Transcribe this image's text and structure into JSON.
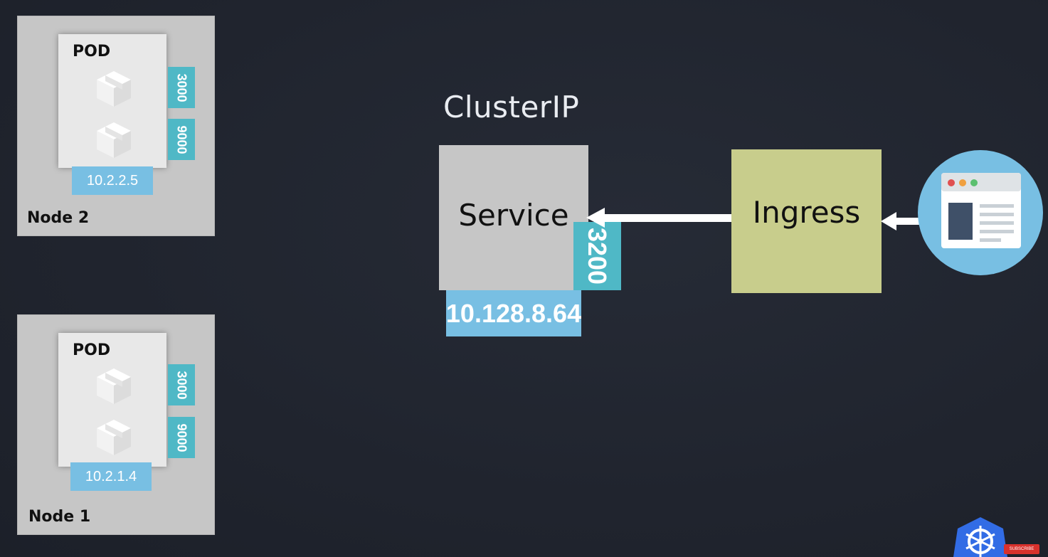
{
  "title": "ClusterIP",
  "nodes": [
    {
      "label": "Node 2",
      "pod": {
        "label": "POD",
        "ports": [
          "3000",
          "9000"
        ],
        "ip": "10.2.2.5"
      }
    },
    {
      "label": "Node 1",
      "pod": {
        "label": "POD",
        "ports": [
          "3000",
          "9000"
        ],
        "ip": "10.2.1.4"
      }
    }
  ],
  "service": {
    "label": "Service",
    "port": "3200",
    "ip": "10.128.8.64"
  },
  "ingress": {
    "label": "Ingress"
  },
  "browser": {
    "icon": "browser-window-icon"
  },
  "footer": {
    "logo": "kubernetes-icon",
    "subscribe": "SUBSCRIBE"
  },
  "colors": {
    "background": "#20242e",
    "node": "#c6c6c6",
    "pod": "#e8e8e8",
    "port": "#4fb8c6",
    "ip": "#78bfe3",
    "ingress": "#c8cd8c",
    "arrow": "#ffffff"
  }
}
